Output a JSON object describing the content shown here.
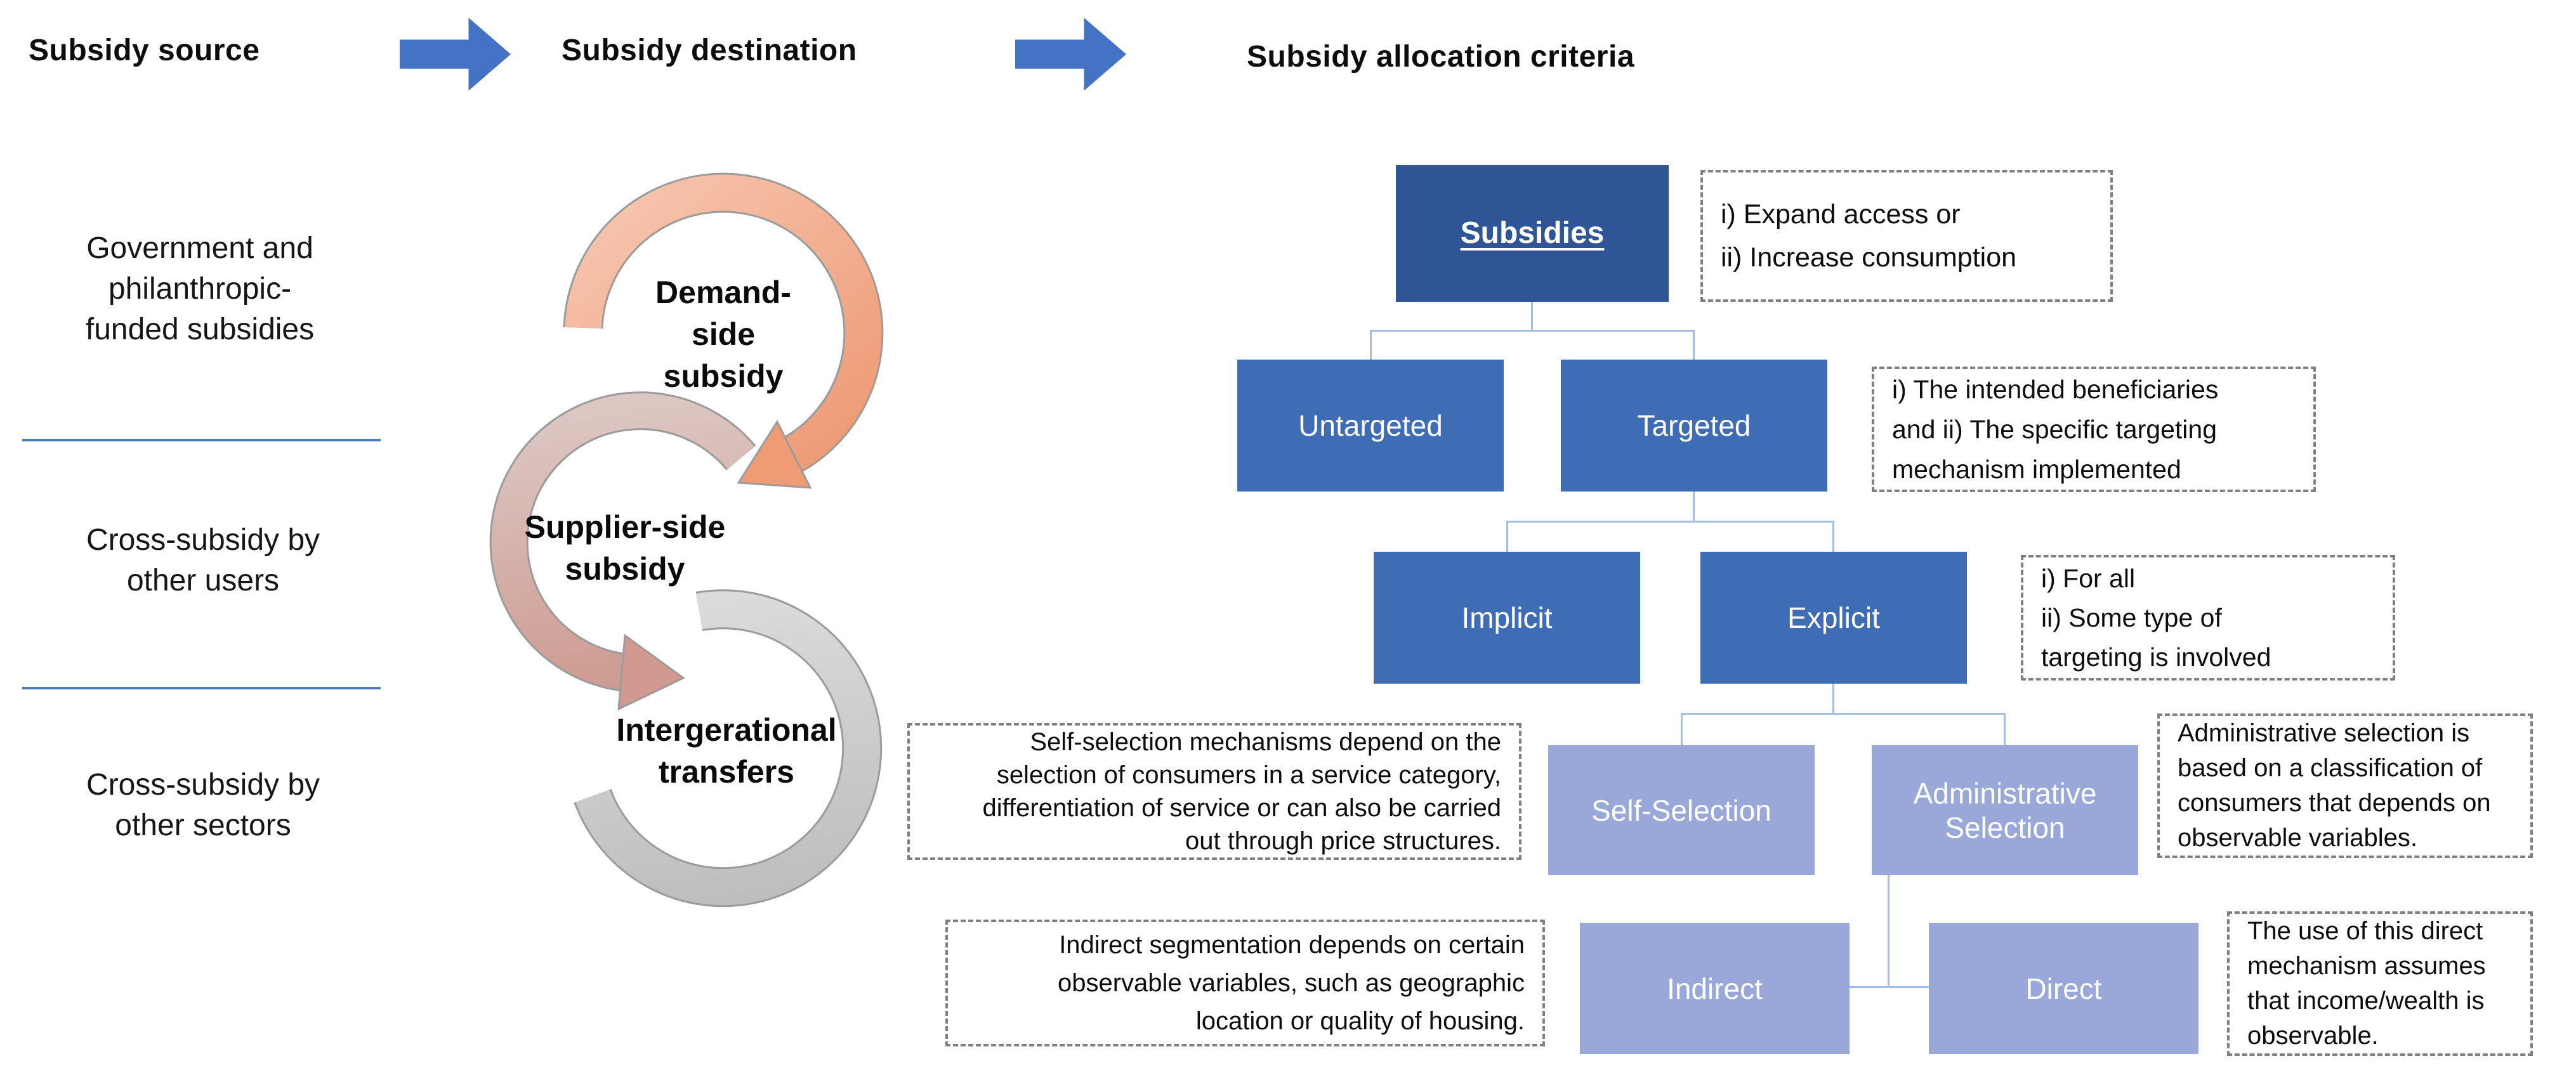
{
  "header": {
    "source": "Subsidy source",
    "destination": "Subsidy destination",
    "criteria": "Subsidy allocation criteria"
  },
  "source_column": {
    "labels": [
      "Government and\nphilanthropic-\nfunded subsidies",
      "Cross-subsidy by\nother users",
      "Cross-subsidy by\nother sectors"
    ]
  },
  "destination_cycles": {
    "demand": "Demand-\nside\nsubsidy",
    "supplier": "Supplier-side\nsubsidy",
    "intergenerational": "Intergerational\ntransfers"
  },
  "tree": {
    "root": "Subsidies",
    "nodes": {
      "untargeted": "Untargeted",
      "targeted": "Targeted",
      "implicit": "Implicit",
      "explicit": "Explicit",
      "self_selection": "Self-Selection",
      "administrative_selection": "Administrative Selection",
      "indirect": "Indirect",
      "direct": "Direct"
    },
    "notes": {
      "subsidies": "i) Expand access or\nii) Increase consumption",
      "targeted": "i) The intended beneficiaries\nand ii) The specific targeting\nmechanism implemented",
      "explicit": "i) For all\nii) Some type of\ntargeting is involved",
      "self_selection": "Self-selection mechanisms depend on the\nselection of consumers in a service category,\ndifferentiation of service or can also be carried\nout through price structures.",
      "administrative_selection": "Administrative selection is\nbased on a classification of\nconsumers that depends on\nobservable variables.",
      "indirect": "Indirect segmentation depends on certain\nobservable variables, such as geographic\nlocation or quality of housing.",
      "direct": "The use of this direct\nmechanism assumes\nthat income/wealth is\nobservable."
    }
  },
  "colors": {
    "flow_arrow_blue": "#4472C4",
    "root_blue": "#2F5597",
    "mid_blue": "#3E6CB5",
    "light_periwinkle": "#99A8D8",
    "connector_blue": "#A7BCE2",
    "separator_blue": "#4A7EC2",
    "dashed_border_gray": "#7F7F7F",
    "demand_peach": "#EE9B76",
    "supplier_rose": "#CD9A90",
    "transfer_gray": "#C9C9C9"
  }
}
